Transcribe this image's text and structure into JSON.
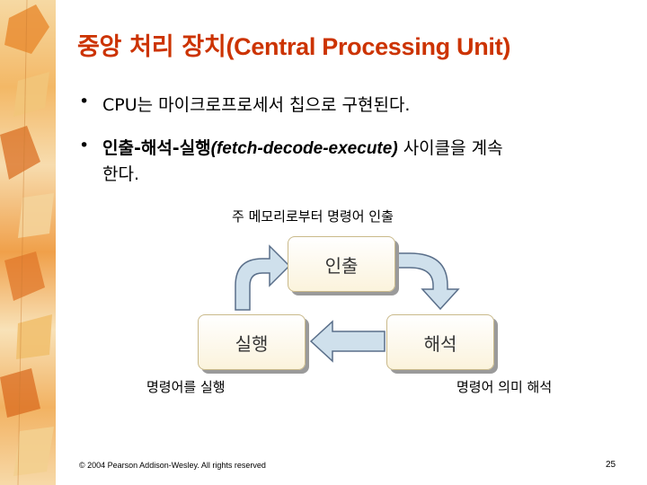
{
  "slide": {
    "title_ko": "중앙 처리 장치",
    "title_en": "(Central Processing Unit)",
    "bullets": [
      {
        "marker": "•",
        "text": "CPU는 마이크로프로세서 칩으로 구현된다."
      },
      {
        "marker": "•",
        "part1": "인출-해석-실행",
        "part2": "(fetch-decode-execute)",
        "part3": " 사이클을 계속",
        "line2": "한다."
      }
    ]
  },
  "diagram": {
    "caption_top": "주 메모리로부터 명령어 인출",
    "caption_left": "명령어를 실행",
    "caption_right": "명령어 의미 해석",
    "node_fetch": "인출",
    "node_decode": "해석",
    "node_execute": "실행"
  },
  "footer": {
    "copyright": "© 2004 Pearson Addison-Wesley. All rights reserved",
    "page_number": "25"
  },
  "colors": {
    "title": "#cc3300",
    "arrow_fill": "#cfe0ec",
    "arrow_stroke": "#5a6f8a",
    "node_border": "#c9b98a"
  }
}
